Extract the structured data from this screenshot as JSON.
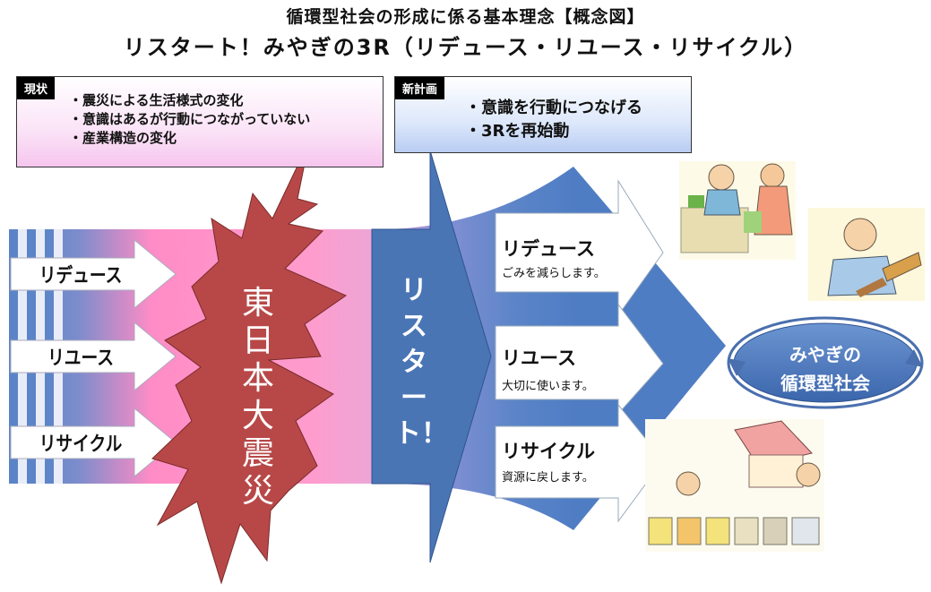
{
  "title": "循環型社会の形成に係る基本理念【概念図】",
  "subtitle": "リスタート！みやぎの3R（リデュース・リユース・リサイクル）",
  "current": {
    "tag": "現状",
    "lines": [
      "・震災による生活様式の変化",
      "・意識はあるが行動につながっていない",
      "・産業構造の変化"
    ]
  },
  "plan": {
    "tag": "新計画",
    "lines": [
      "・意識を行動につなげる",
      "・3Rを再始動"
    ]
  },
  "left_arrows": [
    "リデュース",
    "リユース",
    "リサイクル"
  ],
  "earthquake": "東日本大震災",
  "restart": "リスタート！",
  "right_arrows": [
    {
      "label": "リデュース",
      "sub": "ごみを減らします。"
    },
    {
      "label": "リユース",
      "sub": "大切に使います。"
    },
    {
      "label": "リサイクル",
      "sub": "資源に戻します。"
    }
  ],
  "goal": {
    "line1": "みやぎの",
    "line2": "循環型社会"
  },
  "colors": {
    "blue": "#5b84c8",
    "pink": "#ff88c4",
    "red": "#b84848",
    "navy": "#4a75b5"
  }
}
